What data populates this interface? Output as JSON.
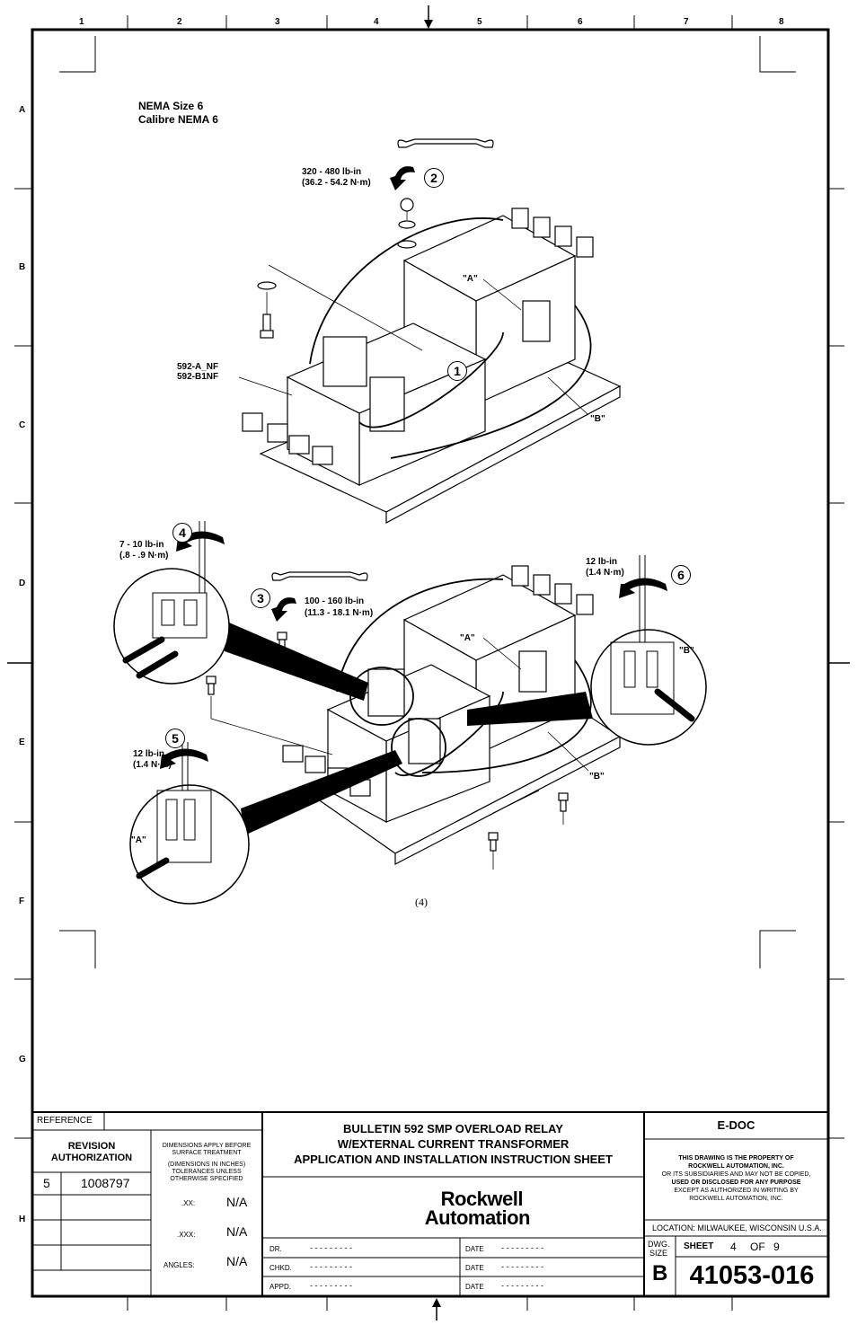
{
  "zones": {
    "columns": [
      "1",
      "2",
      "3",
      "4",
      "5",
      "6",
      "7",
      "8"
    ],
    "rows": [
      "A",
      "B",
      "C",
      "D",
      "E",
      "F",
      "G",
      "H"
    ]
  },
  "diagram": {
    "heading_line1": "NEMA Size 6",
    "heading_line2": "Calibre NEMA 6",
    "part_label_line1": "592-A_NF",
    "part_label_line2": "592-B1NF",
    "top_torque_line1": "320 - 480 lb-in",
    "top_torque_line2": "(36.2 - 54.2 N·m)",
    "mid_torque_line1": "100 - 160 lb-in",
    "mid_torque_line2": "(11.3 - 18.1 N·m)",
    "left_torque_line1": "7 - 10 lb-in",
    "left_torque_line2": "(.8 - .9 N·m)",
    "right_torque_line1": "12 lb-in",
    "right_torque_line2": "(1.4 N·m)",
    "lower_torque_line1": "12 lb-in",
    "lower_torque_line2": "(1.4 N·m)",
    "callout_a": "\"A\"",
    "callout_b": "\"B\"",
    "steps": [
      "1",
      "2",
      "3",
      "4",
      "5",
      "6"
    ],
    "page_number": "(4)"
  },
  "title_block": {
    "reference": "REFERENCE",
    "revision_line1": "REVISION",
    "revision_line2": "AUTHORIZATION",
    "revision_number": "5",
    "revision_code": "1008797",
    "dims_line1": "DIMENSIONS APPLY BEFORE",
    "dims_line2": "SURFACE TREATMENT",
    "dims_line3": "(DIMENSIONS IN INCHES)",
    "dims_line4": "TOLERANCES UNLESS",
    "dims_line5": "OTHERWISE SPECIFIED",
    "tol_xx_label": ".XX:",
    "tol_xx_value": "N/A",
    "tol_xxx_label": ".XXX:",
    "tol_xxx_value": "N/A",
    "angles_label": "ANGLES:",
    "angles_value": "N/A",
    "title_line1": "BULLETIN 592 SMP OVERLOAD RELAY",
    "title_line2": "W/EXTERNAL CURRENT TRANSFORMER",
    "title_line3": "APPLICATION AND INSTALLATION INSTRUCTION SHEET",
    "logo_line1": "Rockwell",
    "logo_line2": "Automation",
    "dr_label": "DR.",
    "chkd_label": "CHKD.",
    "appd_label": "APPD.",
    "date_label": "DATE",
    "blank": "- - - - - - - - -",
    "edoc": "E-DOC",
    "prop_line1": "THIS DRAWING IS THE PROPERTY OF",
    "prop_line2": "ROCKWELL AUTOMATION, INC.",
    "prop_line3": "OR ITS SUBSIDIARIES AND MAY NOT BE COPIED,",
    "prop_line4": "USED OR DISCLOSED FOR ANY PURPOSE",
    "prop_line5": "EXCEPT AS AUTHORIZED IN WRITING BY",
    "prop_line6": "ROCKWELL AUTOMATION, INC.",
    "location": "LOCATION:  MILWAUKEE,  WISCONSIN  U.S.A.",
    "dwg_label": "DWG.",
    "size_label": "SIZE",
    "size_value": "B",
    "sheet_label": "SHEET",
    "sheet_number": "4",
    "of_label": "OF",
    "sheet_total": "9",
    "drawing_number": "41053-016"
  }
}
